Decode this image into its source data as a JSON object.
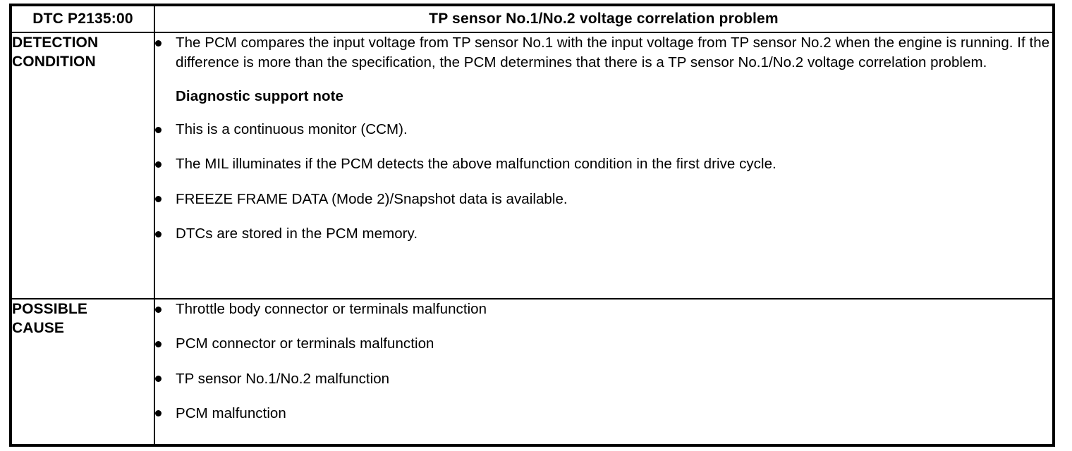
{
  "header": {
    "dtc_code": "DTC P2135:00",
    "dtc_title": "TP sensor No.1/No.2 voltage correlation problem"
  },
  "rows": [
    {
      "label_lines": [
        "DETECTION",
        "CONDITION"
      ],
      "bullets_before_note": [
        "The PCM compares the input voltage from TP sensor No.1 with the input voltage from TP sensor No.2 when the engine is running. If the difference is more than the specification, the PCM determines that there is a TP sensor No.1/No.2 voltage correlation problem."
      ],
      "note_heading": "Diagnostic support note",
      "bullets_after_note": [
        "This is a continuous monitor (CCM).",
        "The MIL illuminates if the PCM detects the above malfunction condition in the first drive cycle.",
        "FREEZE FRAME DATA (Mode 2)/Snapshot data is available.",
        "DTCs are stored in the PCM memory."
      ]
    },
    {
      "label_lines": [
        "POSSIBLE",
        "CAUSE"
      ],
      "bullets": [
        "Throttle body connector or terminals malfunction",
        "PCM connector or terminals malfunction",
        "TP sensor No.1/No.2 malfunction",
        "PCM malfunction"
      ]
    }
  ],
  "colors": {
    "border": "#000000",
    "text": "#000000",
    "background": "#ffffff"
  }
}
